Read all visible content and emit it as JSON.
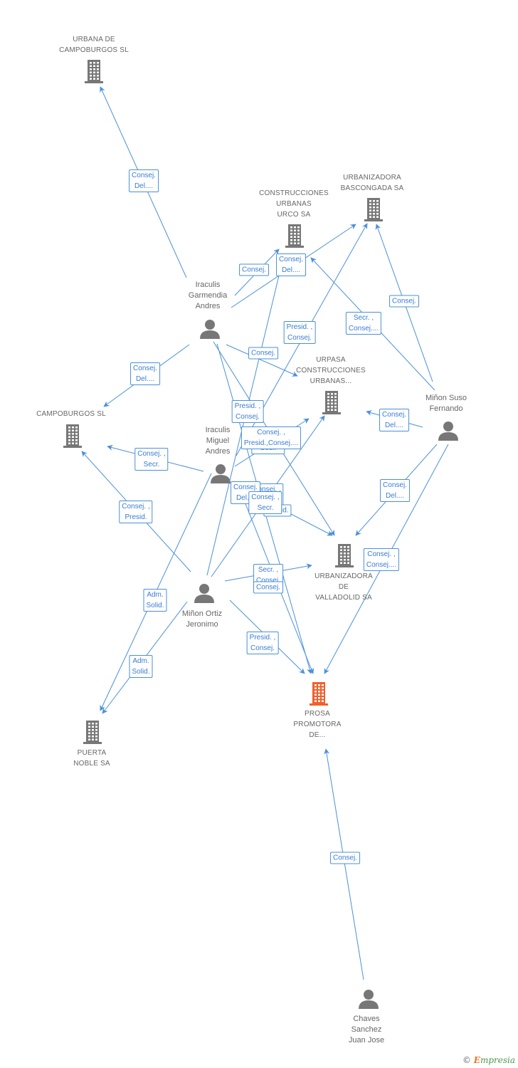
{
  "colors": {
    "edge": "#4a90d9",
    "node": "#777777",
    "focus": "#f0602c",
    "label_text": "#666666"
  },
  "nodes": [
    {
      "id": "urbana",
      "type": "company",
      "label": "URBANA DE\nCAMPOBURGOS SL",
      "icon": "building-icon"
    },
    {
      "id": "bascongada",
      "type": "company",
      "label": "URBANIZADORA\nBASCONGADA SA",
      "icon": "building-icon"
    },
    {
      "id": "urco",
      "type": "company",
      "label": "CONSTRUCCIONES\nURBANAS\nURCO SA",
      "icon": "building-icon"
    },
    {
      "id": "garmendia",
      "type": "person",
      "label": "Iraculis\nGarmendia\nAndres",
      "icon": "person-icon"
    },
    {
      "id": "urpasa",
      "type": "company",
      "label": "URPASA\nCONSTRUCCIONES\nURBANAS...",
      "icon": "building-icon"
    },
    {
      "id": "campoburgos",
      "type": "company",
      "label": "CAMPOBURGOS SL",
      "icon": "building-icon"
    },
    {
      "id": "miguel",
      "type": "person",
      "label": "Iraculis\nMiguel\nAndres",
      "icon": "person-icon"
    },
    {
      "id": "fernando",
      "type": "person",
      "label": "Miñon Suso\nFernando",
      "icon": "person-icon"
    },
    {
      "id": "valladolid",
      "type": "company",
      "label": "URBANIZADORA\nDE\nVALLADOLID SA",
      "icon": "building-icon"
    },
    {
      "id": "jeronimo",
      "type": "person",
      "label": "Miñon Ortiz\nJeronimo",
      "icon": "person-icon"
    },
    {
      "id": "prosa",
      "type": "company",
      "label": "PROSA\nPROMOTORA\nDE...",
      "icon": "building-icon",
      "focus": true
    },
    {
      "id": "puerta",
      "type": "company",
      "label": "PUERTA\nNOBLE SA",
      "icon": "building-icon"
    },
    {
      "id": "chaves",
      "type": "person",
      "label": "Chaves\nSanchez\nJuan Jose",
      "icon": "person-icon"
    }
  ],
  "edges": [
    {
      "from": "garmendia",
      "to": "urbana",
      "label": "Consej.\nDel...."
    },
    {
      "from": "garmendia",
      "to": "urco",
      "label": "Consej."
    },
    {
      "from": "garmendia",
      "to": "bascongada",
      "label": "Consej.\nDel...."
    },
    {
      "from": "garmendia",
      "to": "urpasa",
      "label": "Consej."
    },
    {
      "from": "garmendia",
      "to": "campoburgos",
      "label": "Consej.\nDel...."
    },
    {
      "from": "garmendia",
      "to": "valladolid",
      "label": "Presid. ,\nConsej."
    },
    {
      "from": "garmendia",
      "to": "prosa",
      "label": "Consej. ,\nSecr."
    },
    {
      "from": "miguel",
      "to": "campoburgos",
      "label": "Consej. ,\nSecr."
    },
    {
      "from": "miguel",
      "to": "bascongada",
      "label": "Presid. ,\nConsej."
    },
    {
      "from": "miguel",
      "to": "urpasa",
      "label": "Consej. ,\nPresid.,Consej...."
    },
    {
      "from": "miguel",
      "to": "valladolid",
      "label": "Consej. ,\nD..."
    },
    {
      "from": "miguel",
      "to": "prosa",
      "label": "Presid."
    },
    {
      "from": "miguel",
      "to": "puerta",
      "label": "Adm.\nSolid."
    },
    {
      "from": "fernando",
      "to": "bascongada",
      "label": "Consej."
    },
    {
      "from": "fernando",
      "to": "urco",
      "label": "Secr. ,\nConsej...."
    },
    {
      "from": "fernando",
      "to": "urpasa",
      "label": "Consej.\nDel...."
    },
    {
      "from": "fernando",
      "to": "valladolid",
      "label": "Consej.\nDel...."
    },
    {
      "from": "fernando",
      "to": "prosa",
      "label": "Consej. ,\nConsej...."
    },
    {
      "from": "jeronimo",
      "to": "campoburgos",
      "label": "Consej. ,\nPresid."
    },
    {
      "from": "jeronimo",
      "to": "urco",
      "label": "Consej.\nDel...."
    },
    {
      "from": "jeronimo",
      "to": "urpasa",
      "label": "Consej. ,\nSecr."
    },
    {
      "from": "jeronimo",
      "to": "valladolid",
      "label": "Secr. ,\nConsej."
    },
    {
      "from": "jeronimo",
      "to": "prosa",
      "label": "Presid. ,\nConsej."
    },
    {
      "from": "jeronimo",
      "to": "puerta",
      "label": "Adm.\nSolid."
    },
    {
      "from": "chaves",
      "to": "prosa",
      "label": "Consej."
    }
  ],
  "extra_labels": [
    "Consej."
  ],
  "copyright": {
    "symbol": "©",
    "brand_initial": "E",
    "brand_rest": "mpresia"
  }
}
